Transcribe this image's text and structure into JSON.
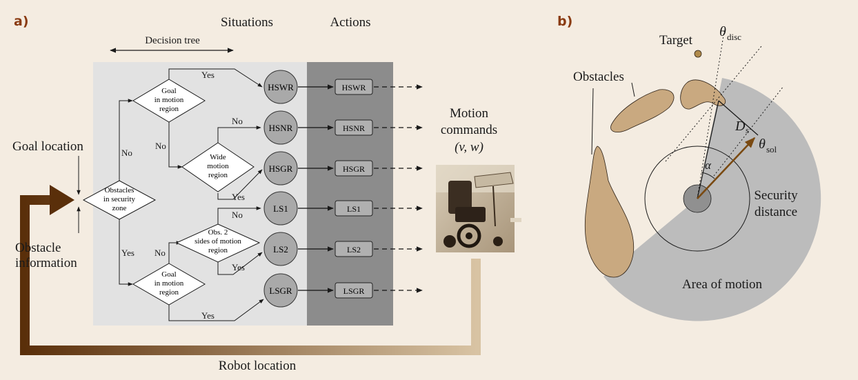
{
  "panel_a": {
    "tag": "a)",
    "header_situations": "Situations",
    "header_actions": "Actions",
    "decision_tree_label": "Decision tree",
    "input_goal": "Goal location",
    "input_obstacle_1": "Obstacle",
    "input_obstacle_2": "information",
    "feedback_label": "Robot location",
    "decisions": {
      "root": [
        "Obstacles",
        "in security",
        "zone"
      ],
      "goal_top": [
        "Goal",
        "in motion",
        "region"
      ],
      "wide": [
        "Wide",
        "motion",
        "region"
      ],
      "obs2": [
        "Obs. 2",
        "sides of motion",
        "region"
      ],
      "goal_bottom": [
        "Goal",
        "in motion",
        "region"
      ]
    },
    "branch_labels": {
      "yes": "Yes",
      "no": "No"
    },
    "situations": [
      "HSWR",
      "HSNR",
      "HSGR",
      "LS1",
      "LS2",
      "LSGR"
    ],
    "actions": [
      "HSWR",
      "HSNR",
      "HSGR",
      "LS1",
      "LS2",
      "LSGR"
    ],
    "motion_commands": [
      "Motion",
      "commands"
    ],
    "motion_vars": "(v, w)",
    "photo_desc": "wheelchair-photo"
  },
  "panel_b": {
    "tag": "b)",
    "target": "Target",
    "obstacles": "Obstacles",
    "theta_disc": "θ",
    "theta_disc_sub": "disc",
    "theta_sol": "θ",
    "theta_sol_sub": "sol",
    "ds": "D",
    "ds_sub": "s",
    "alpha": "α",
    "security_1": "Security",
    "security_2": "distance",
    "area_of_motion": "Area of motion"
  },
  "colors": {
    "background": "#f4ece1",
    "tree_panel": "#e2e2e2",
    "actions_panel": "#8c8c8c",
    "node": "#a9a9a9",
    "obstacle": "#c9a980",
    "feedback_dark": "#5a2f0a",
    "feedback_light": "#d8c3a3",
    "area": "#bcbcbc",
    "arrow_brown": "#7a4a12",
    "tag": "#8a3b12"
  }
}
